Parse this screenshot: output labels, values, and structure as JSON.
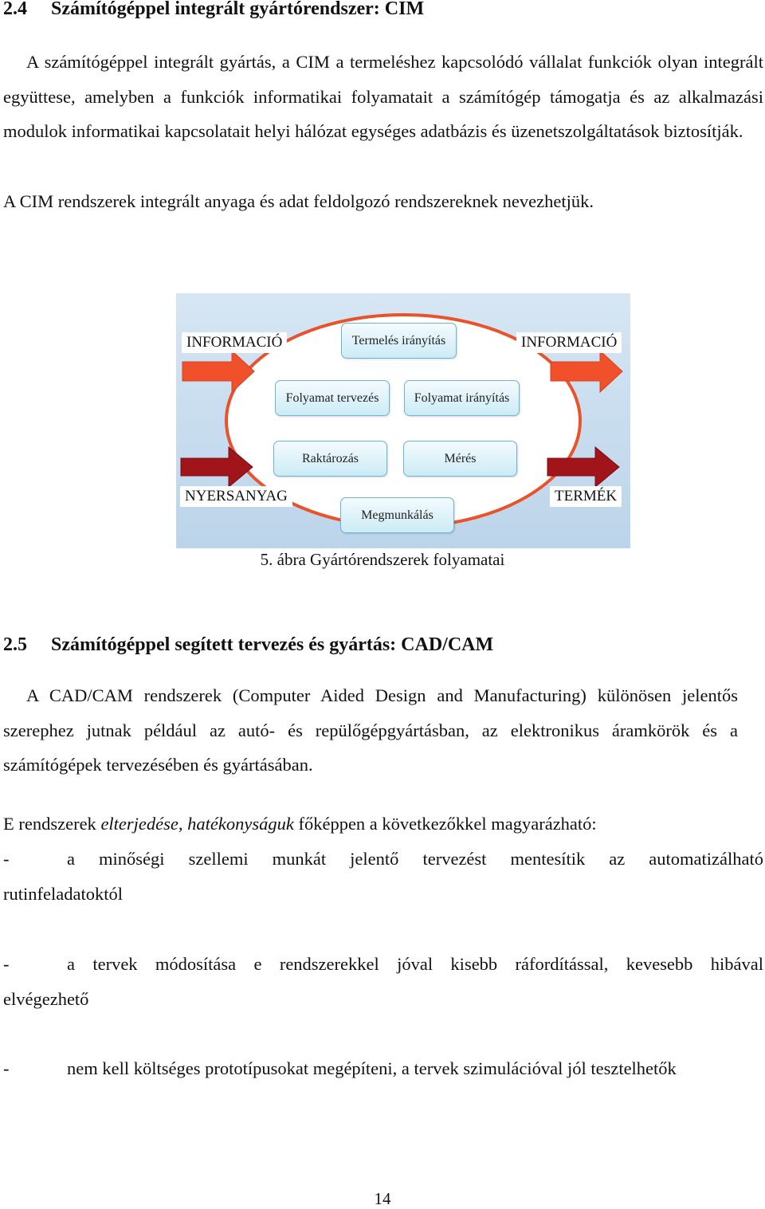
{
  "section_24": {
    "number": "2.4",
    "title": "Számítógéppel integrált gyártórendszer: CIM",
    "para1": "A számítógéppel integrált gyártás, a CIM a termeléshez kapcsolódó vállalat funkciók olyan integrált együttese, amelyben a funkciók informatikai folyamatait a számítógép támogatja és az alkalmazási modulok informatikai kapcsolatait helyi hálózat egységes adatbázis és üzenetszolgáltatások biztosítják.",
    "para2": "A CIM rendszerek integrált anyaga és adat feldolgozó rendszereknek nevezhetjük."
  },
  "figure": {
    "labels": {
      "info_left": "INFORMACIÓ",
      "info_right": "INFORMACIÓ",
      "raw_material": "NYERSANYAG",
      "product": "TERMÉK"
    },
    "boxes": {
      "production_control": "Termelés irányítás",
      "process_design": "Folyamat tervezés",
      "process_control": "Folyamat irányítás",
      "storage": "Raktározás",
      "measurement": "Mérés",
      "machining": "Megmunkálás"
    },
    "caption": "5. ábra Gyártórendszerek folyamatai",
    "colors": {
      "background": "#c9ddf0",
      "ellipse": "#e8532b",
      "info_arrow": "#f0502a",
      "material_arrow": "#a0141a",
      "box_border": "#6fb3cf"
    }
  },
  "section_25": {
    "number": "2.5",
    "title": "Számítógéppel segített tervezés és gyártás: CAD/CAM",
    "para1": "A CAD/CAM rendszerek (Computer Aided Design and Manufacturing) különösen jelentős szerephez jutnak például az autó- és repülőgépgyártásban, az elektronikus áramkörök és a számítógépek tervezésében és gyártásában.",
    "para2_before": "E rendszerek ",
    "para2_italic": "elterjedése, hatékonyságuk",
    "para2_after": " főképpen a következőkkel magyarázható:",
    "bullets": [
      {
        "dash": "-",
        "text": "a minőségi szellemi munkát jelentő tervezést mentesítik az automatizálható",
        "cont": "rutinfeladatoktól"
      },
      {
        "dash": "-",
        "text": "a tervek módosítása e rendszerekkel jóval kisebb ráfordítással, kevesebb hibával",
        "cont": "elvégezhető"
      },
      {
        "dash": "-",
        "text": "nem kell költséges prototípusokat megépíteni, a tervek szimulációval jól tesztelhetők",
        "cont": ""
      }
    ]
  },
  "page_number": "14"
}
